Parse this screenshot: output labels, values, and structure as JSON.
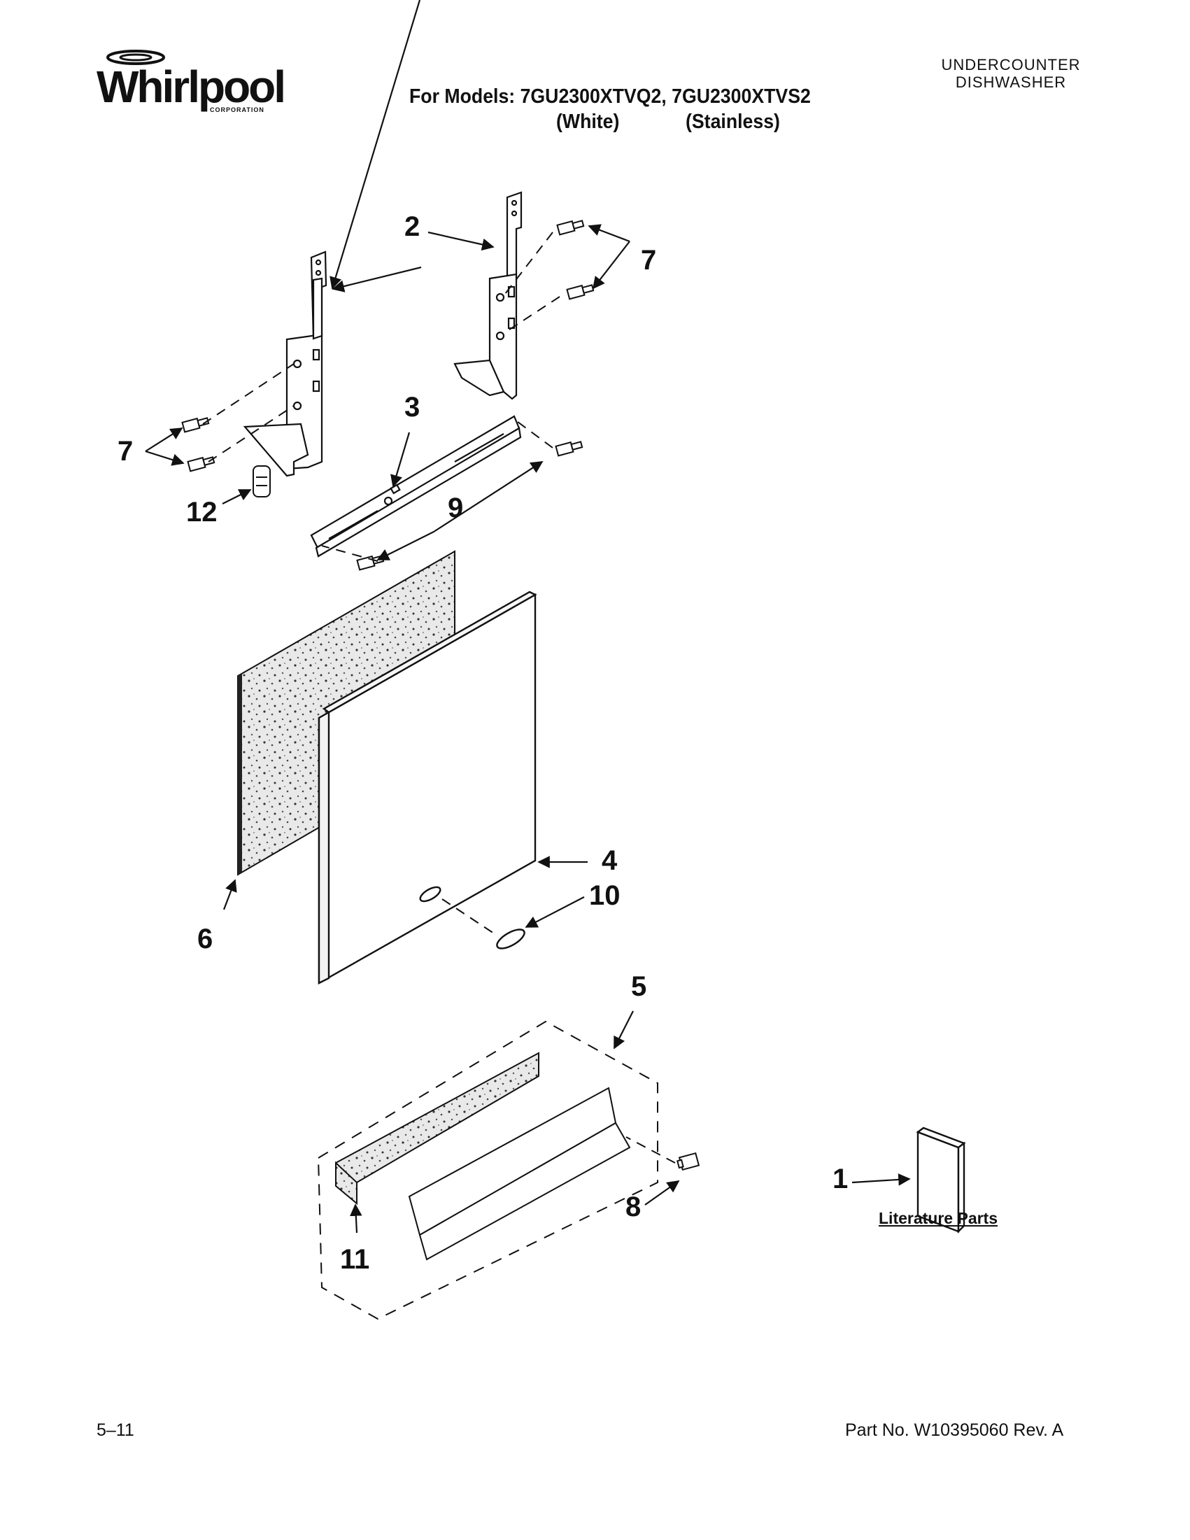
{
  "header": {
    "brand": "Whirlpool",
    "brand_sub": "CORPORATION",
    "models_line": "For Models: 7GU2300XTVQ2, 7GU2300XTVS2",
    "variant_white": "(White)",
    "variant_stainless": "(Stainless)",
    "category_line1": "UNDERCOUNTER",
    "category_line2": "DISHWASHER"
  },
  "callouts": {
    "c1": "1",
    "c2": "2",
    "c3": "3",
    "c4": "4",
    "c5": "5",
    "c6": "6",
    "c7a": "7",
    "c7b": "7",
    "c8": "8",
    "c9": "9",
    "c10": "10",
    "c11": "11",
    "c12": "12"
  },
  "literature_label": "Literature Parts",
  "footer": {
    "page": "5–11",
    "part_no": "Part No. W10395060 Rev. A"
  }
}
